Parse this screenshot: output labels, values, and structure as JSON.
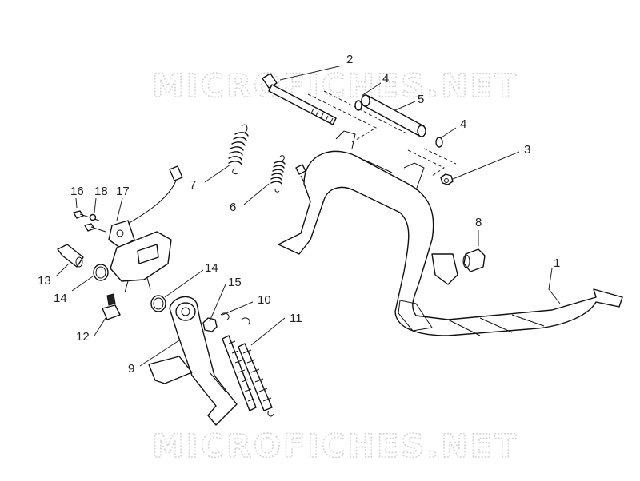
{
  "watermark": "MICROFICHES.NET",
  "callouts": [
    "2",
    "4",
    "5",
    "4",
    "3",
    "7",
    "6",
    "16",
    "18",
    "17",
    "8",
    "1",
    "13",
    "14",
    "14",
    "15",
    "10",
    "11",
    "12",
    "9"
  ]
}
